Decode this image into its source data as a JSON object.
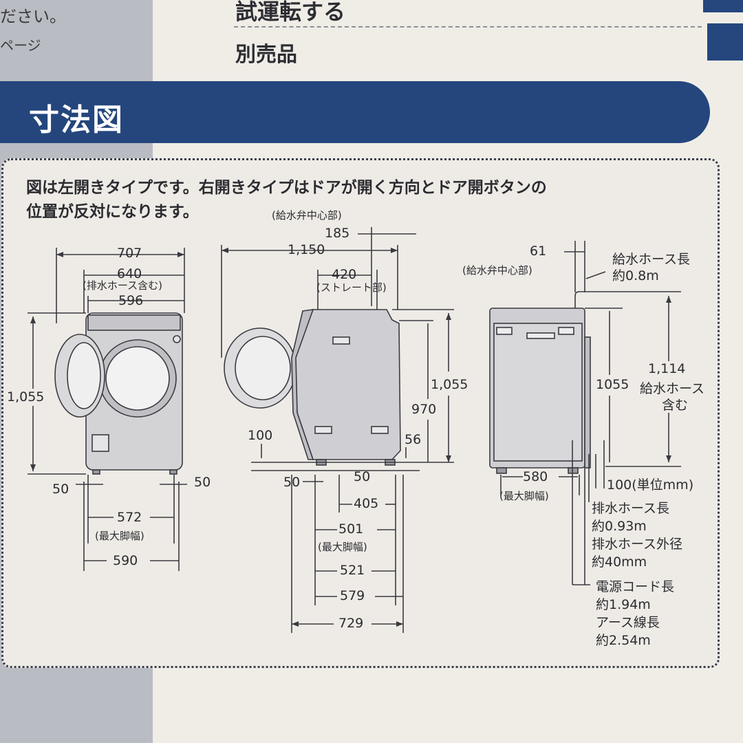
{
  "top": {
    "left_line1": "ださい。",
    "left_line2": "ページ",
    "heading1": "試運転する",
    "heading2": "別売品"
  },
  "section": {
    "title": "寸法図"
  },
  "note": {
    "line1": "図は左開きタイプです。右開きタイプはドアが開く方向とドア開ボタンの",
    "line2": "位置が反対になります。"
  },
  "front_view": {
    "width_707": "707",
    "width_640": "640",
    "hose_note": "(排水ホース含む)",
    "width_596": "596",
    "height_1055": "1,055",
    "offset_50_left": "50",
    "offset_50_right": "50",
    "feet_572": "572",
    "max_feet_width": "(最大脚幅)",
    "base_590": "590"
  },
  "side_view": {
    "valve_center_label": "(給水弁中心部)",
    "d185": "185",
    "d1150": "1,150",
    "d420": "420",
    "straight_part": "(ストレート部)",
    "d1055": "1,055",
    "d970": "970",
    "d100": "100",
    "d56": "56",
    "d50a": "50",
    "d50b": "50",
    "d405": "405",
    "d501": "501",
    "max_feet_width": "(最大脚幅)",
    "d521": "521",
    "d579": "579",
    "d729": "729"
  },
  "back_view": {
    "d61": "61",
    "valve_center_label": "(給水弁中心部)",
    "supply_hose_len": "給水ホース長",
    "supply_hose_val": "約0.8m",
    "d1114": "1,114",
    "d1055": "1055",
    "supply_hose_incl_1": "給水ホース",
    "supply_hose_incl_2": "含む",
    "d580": "580",
    "max_feet_width": "(最大脚幅)",
    "d100_unit": "100(単位mm)",
    "drain_hose_len": "排水ホース長",
    "drain_hose_len_val": "約0.93m",
    "drain_hose_dia": "排水ホース外径",
    "drain_hose_dia_val": "約40mm",
    "cord_len": "電源コード長",
    "cord_len_val": "約1.94m",
    "earth_len": "アース線長",
    "earth_len_val": "約2.54m"
  }
}
